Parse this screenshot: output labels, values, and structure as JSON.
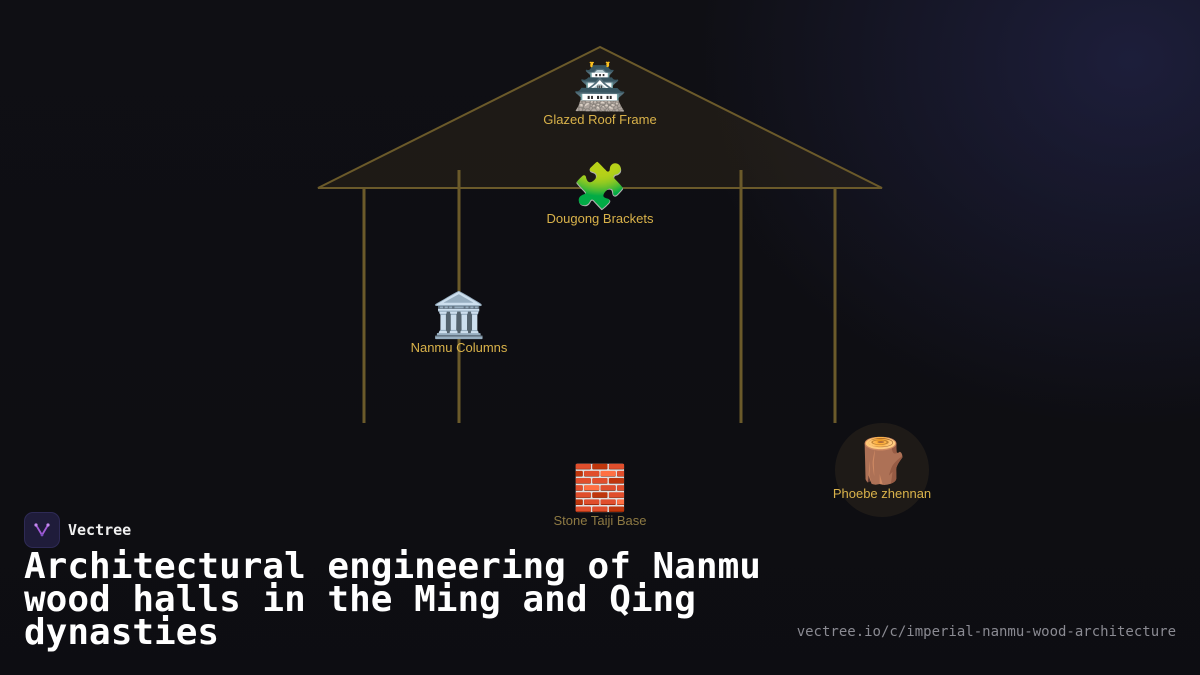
{
  "brand": {
    "name": "Vectree",
    "logo_icon": "vectree-logo-icon"
  },
  "title": "Architectural engineering of Nanmu wood halls in the Ming and Qing dynasties",
  "url": "vectree.io/c/imperial-nanmu-wood-architecture",
  "colors": {
    "accent": "#d9b24a",
    "frame": "#6b5a2a",
    "background": "#0f0f14"
  },
  "nodes": {
    "roof": {
      "emoji": "🏯",
      "icon": "pagoda-icon",
      "label": "Glazed Roof Frame"
    },
    "dougong": {
      "emoji": "🧩",
      "icon": "puzzle-piece-icon",
      "label": "Dougong Brackets"
    },
    "columns": {
      "emoji": "🏛️",
      "icon": "classical-building-icon",
      "label": "Nanmu Columns"
    },
    "base": {
      "emoji": "🧱",
      "icon": "brick-icon",
      "label": "Stone Taiji Base"
    },
    "wood": {
      "emoji": "🪵",
      "icon": "wood-log-icon",
      "label": "Phoebe zhennan"
    }
  }
}
